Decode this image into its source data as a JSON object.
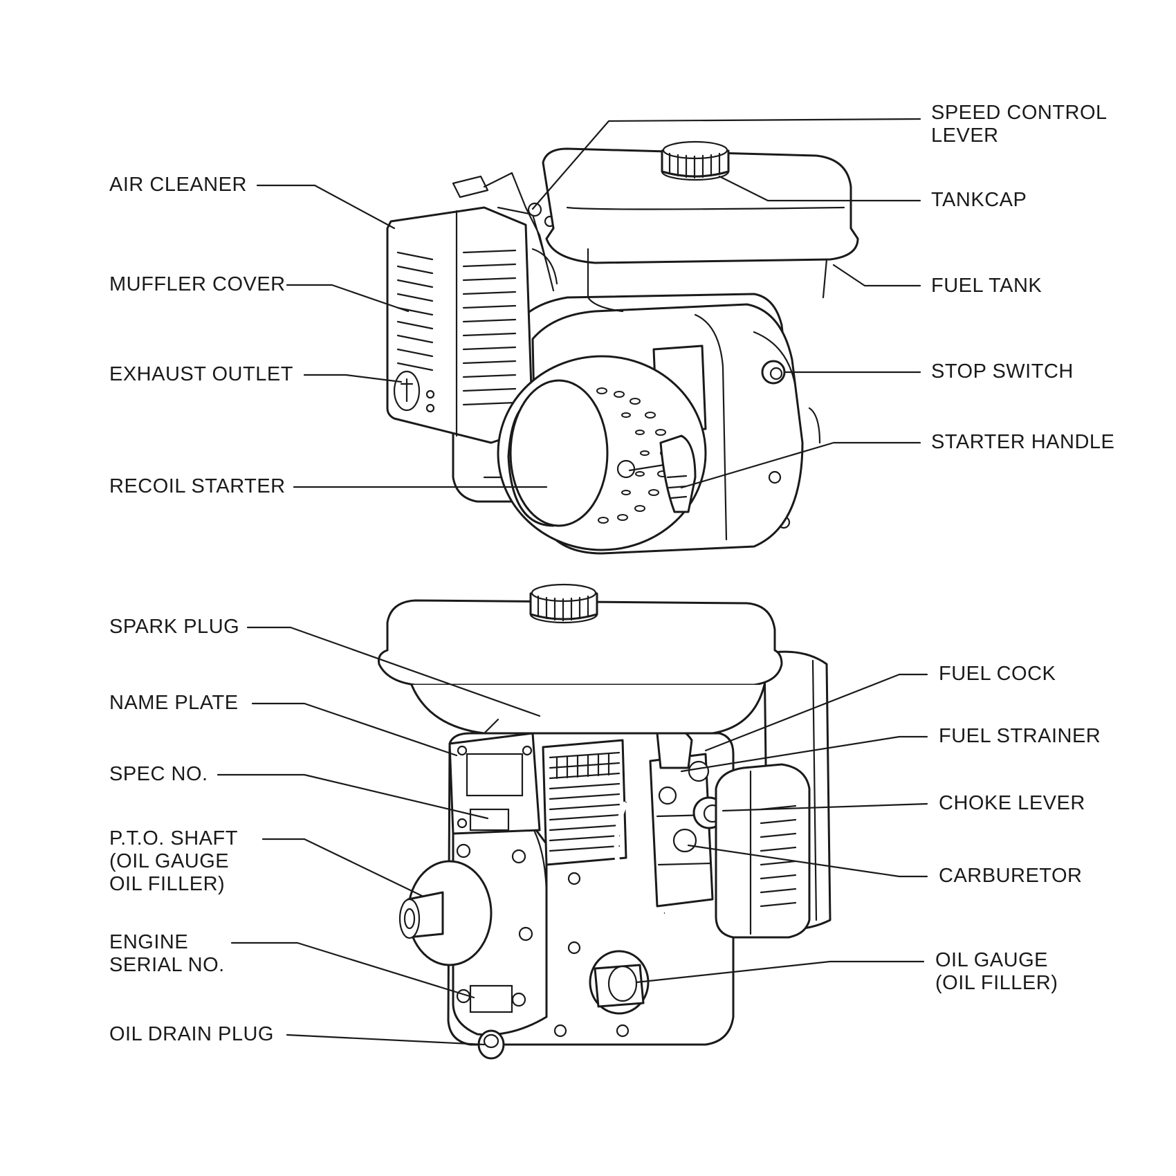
{
  "upper_view": {
    "labels_left": [
      "AIR CLEANER",
      "MUFFLER COVER",
      "EXHAUST OUTLET",
      "RECOIL STARTER"
    ],
    "labels_right": [
      "SPEED CONTROL\nLEVER",
      "TANKCAP",
      "FUEL TANK",
      "STOP SWITCH",
      "STARTER HANDLE"
    ]
  },
  "lower_view": {
    "labels_left": [
      "SPARK PLUG",
      "NAME PLATE",
      "SPEC NO.",
      "P.T.O. SHAFT\n(OIL GAUGE\nOIL FILLER)",
      "ENGINE\nSERIAL NO.",
      "OIL DRAIN PLUG"
    ],
    "labels_right": [
      "FUEL COCK",
      "FUEL STRAINER",
      "CHOKE LEVER",
      "CARBURETOR",
      "OIL GAUGE\n(OIL FILLER)"
    ]
  }
}
